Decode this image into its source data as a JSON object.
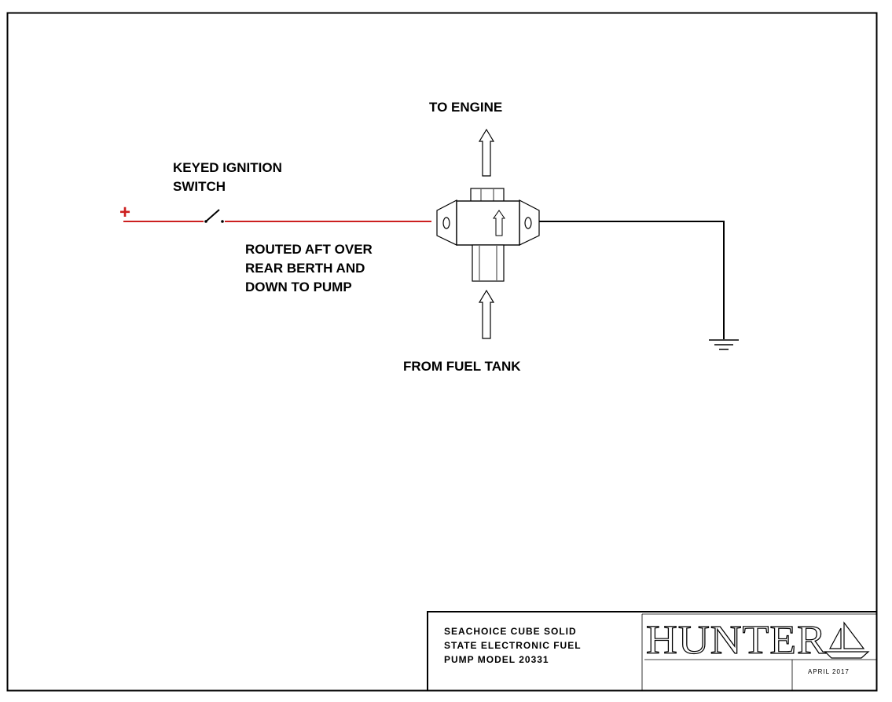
{
  "labels": {
    "to_engine": "TO ENGINE",
    "from_tank": "FROM FUEL TANK",
    "switch_line1": "KEYED IGNITION",
    "switch_line2": "SWITCH",
    "route_line1": "ROUTED AFT OVER",
    "route_line2": "REAR BERTH AND",
    "route_line3": "DOWN TO PUMP",
    "positive": "+"
  },
  "title_block": {
    "line1": "SEACHOICE CUBE SOLID",
    "line2": "STATE ELECTRONIC FUEL",
    "line3": "PUMP MODEL 20331",
    "logo_text": "HUNTER",
    "date": "APRIL 2017"
  },
  "colors": {
    "positive_wire": "#cc1f1f",
    "ground_wire": "#000000",
    "border": "#000000"
  },
  "icons": {
    "switch": "spst-switch-icon",
    "pump": "fuel-pump-icon",
    "ground": "ground-symbol-icon",
    "logo": "sailboat-logo-icon"
  }
}
